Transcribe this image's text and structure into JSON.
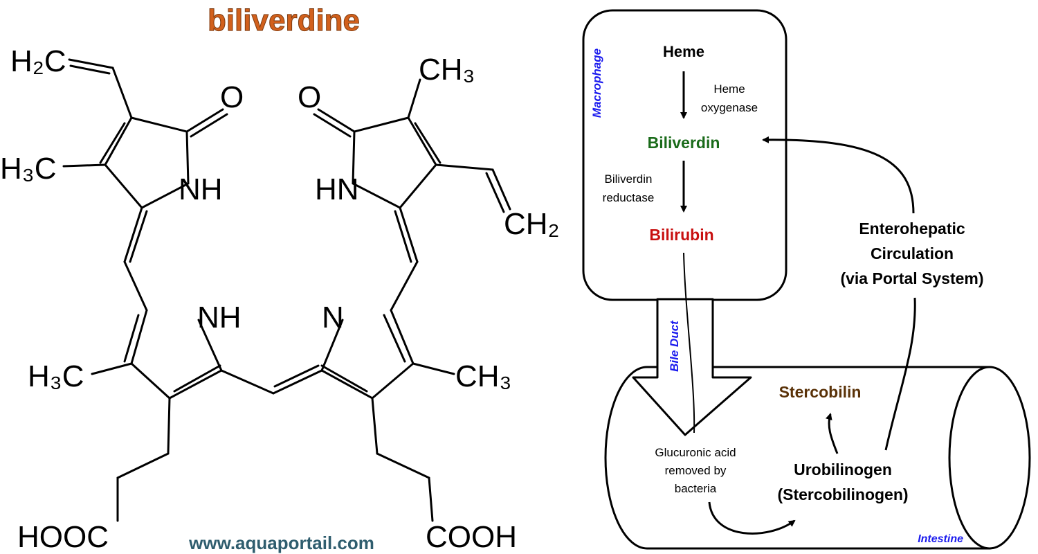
{
  "left": {
    "title": "biliverdine",
    "watermark": "www.aquaportail.com",
    "groups": {
      "vinyl_left": "H₂C",
      "ketone_left": "O",
      "methyl_left_top": "H₃C",
      "nh_left_top": "NH",
      "ketone_right": "O",
      "methyl_right_top": "CH₃",
      "hn_right_top": "HN",
      "vinyl_right": "CH₂",
      "nh_left_bottom": "NH",
      "n_right_bottom": "N",
      "methyl_left_bottom": "H₃C",
      "methyl_right_bottom": "CH₃",
      "acid_left": "HOOC",
      "acid_right": "COOH"
    }
  },
  "right": {
    "macrophage_label": "Macrophage",
    "heme": "Heme",
    "heme_oxygenase_line1": "Heme",
    "heme_oxygenase_line2": "oxygenase",
    "biliverdin": "Biliverdin",
    "biliverdin_reductase_line1": "Biliverdin",
    "biliverdin_reductase_line2": "reductase",
    "bilirubin": "Bilirubin",
    "enterohepatic_line1": "Enterohepatic",
    "enterohepatic_line2": "Circulation",
    "enterohepatic_line3": "(via Portal System)",
    "bile_duct_label": "Bile Duct",
    "stercobilin": "Stercobilin",
    "glucuronic_line1": "Glucuronic acid",
    "glucuronic_line2": "removed by",
    "glucuronic_line3": "bacteria",
    "urobilinogen_line1": "Urobilinogen",
    "urobilinogen_line2": "(Stercobilinogen)",
    "intestine_label": "Intestine"
  },
  "colors": {
    "title": "#d2601c",
    "watermark": "#2f5d6e",
    "biliverdin": "#1a6b1a",
    "bilirubin": "#c81010",
    "stercobilin": "#5a3208",
    "blue_labels": "#1a1aee"
  }
}
